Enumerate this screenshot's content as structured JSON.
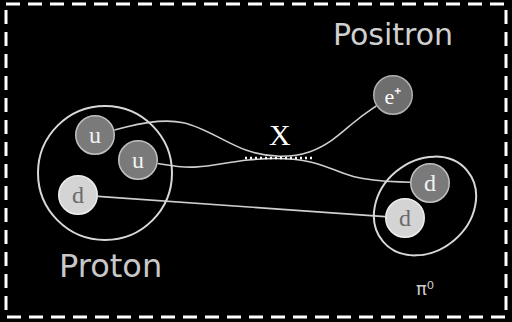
{
  "diagram": {
    "nodes": [
      {
        "text": [
          "Proton"
        ]
      },
      {
        "text": [
          "u"
        ],
        "in": 0
      },
      {
        "text": [
          "u"
        ],
        "in": 0
      },
      {
        "text": [
          "d"
        ],
        "in": 0
      },
      {
        "text": [
          "Positron",
          "e⁺"
        ]
      },
      {
        "text": [
          "π⁰"
        ]
      },
      {
        "text": [
          "d"
        ],
        "in": 5
      },
      {
        "text": [
          "d"
        ],
        "in": 5
      }
    ],
    "edges": [
      {
        "from": 1,
        "to": 4,
        "arrow": "none"
      },
      {
        "from": 2,
        "to": 6,
        "arrow": "none"
      },
      {
        "from": 3,
        "to": 7,
        "arrow": "none"
      }
    ],
    "labels": [
      "X"
    ]
  }
}
